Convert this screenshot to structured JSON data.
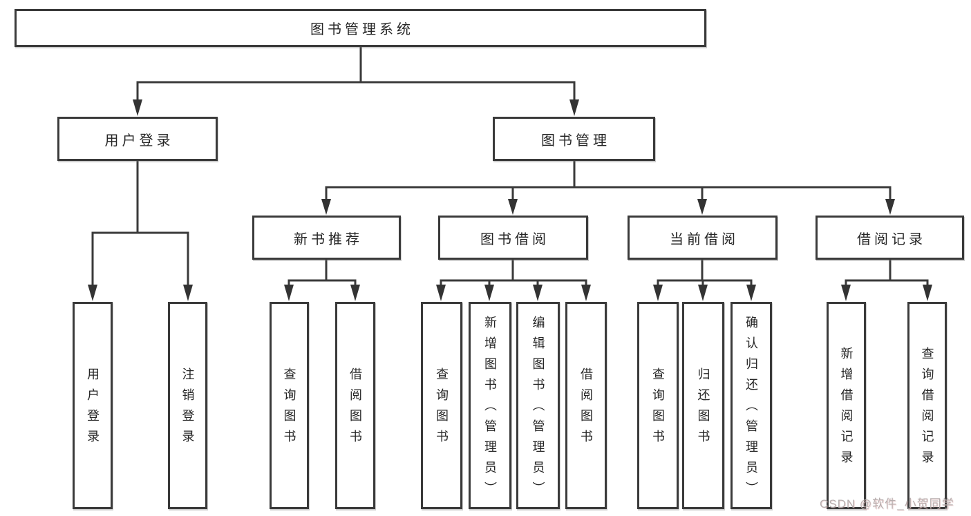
{
  "tree": {
    "label": "图书管理系统",
    "children": [
      {
        "label": "用户登录",
        "children": [
          {
            "label": "用户登录"
          },
          {
            "label": "注销登录"
          }
        ]
      },
      {
        "label": "图书管理",
        "children": [
          {
            "label": "新书推荐",
            "children": [
              {
                "label": "查询图书"
              },
              {
                "label": "借阅图书"
              }
            ]
          },
          {
            "label": "图书借阅",
            "children": [
              {
                "label": "查询图书"
              },
              {
                "label": "新增图书（管理员）"
              },
              {
                "label": "编辑图书（管理员）"
              },
              {
                "label": "借阅图书"
              }
            ]
          },
          {
            "label": "当前借阅",
            "children": [
              {
                "label": "查询图书"
              },
              {
                "label": "归还图书"
              },
              {
                "label": "确认归还（管理员）"
              }
            ]
          },
          {
            "label": "借阅记录",
            "children": [
              {
                "label": "新增借阅记录"
              },
              {
                "label": "查询借阅记录"
              }
            ]
          }
        ]
      }
    ]
  },
  "watermark": {
    "text": "CSDN @软件_小贺同学"
  },
  "colors": {
    "line": "#3a3a3a",
    "box_border": "#3a3a3a",
    "text": "#262626",
    "background": "#ffffff",
    "watermark_text": "#b7afaf"
  }
}
